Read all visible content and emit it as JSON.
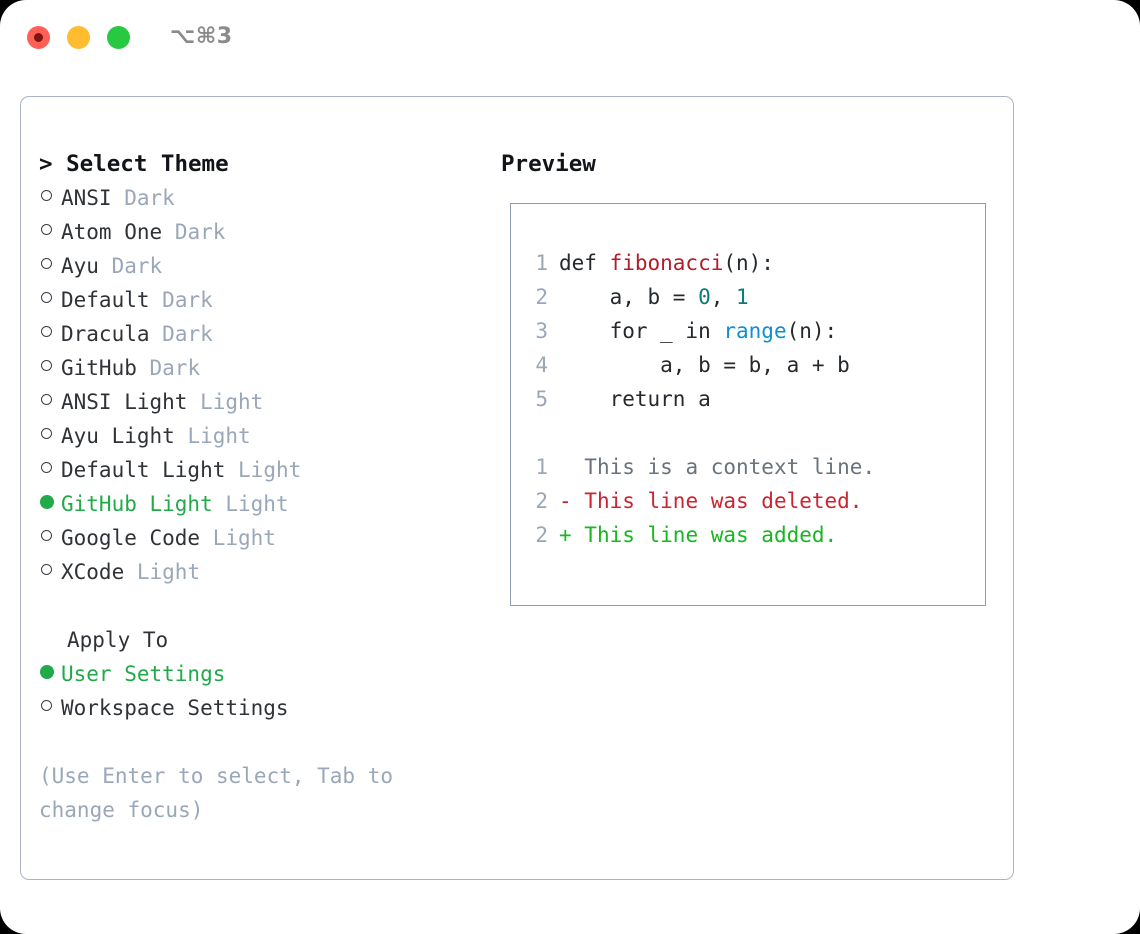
{
  "titlebar": {
    "shortcut": "⌥⌘3",
    "lights": [
      "close-red",
      "minimize-yellow",
      "zoom-green"
    ]
  },
  "left": {
    "heading": "> Select Theme",
    "themes": [
      {
        "label": "ANSI",
        "tag": "Dark",
        "selected": false
      },
      {
        "label": "Atom One",
        "tag": "Dark",
        "selected": false
      },
      {
        "label": "Ayu",
        "tag": "Dark",
        "selected": false
      },
      {
        "label": "Default",
        "tag": "Dark",
        "selected": false
      },
      {
        "label": "Dracula",
        "tag": "Dark",
        "selected": false
      },
      {
        "label": "GitHub",
        "tag": "Dark",
        "selected": false
      },
      {
        "label": "ANSI Light",
        "tag": "Light",
        "selected": false
      },
      {
        "label": "Ayu Light",
        "tag": "Light",
        "selected": false
      },
      {
        "label": "Default Light",
        "tag": "Light",
        "selected": false
      },
      {
        "label": "GitHub Light",
        "tag": "Light",
        "selected": true
      },
      {
        "label": "Google Code",
        "tag": "Light",
        "selected": false
      },
      {
        "label": "XCode",
        "tag": "Light",
        "selected": false
      }
    ],
    "apply_to_heading": "Apply To",
    "apply_to_options": [
      {
        "label": "User Settings",
        "selected": true
      },
      {
        "label": "Workspace Settings",
        "selected": false
      }
    ],
    "hint": "(Use Enter to select, Tab to change focus)"
  },
  "right": {
    "heading": "Preview",
    "code_lines": [
      {
        "num": "1",
        "tokens": [
          {
            "t": "def ",
            "k": "plain"
          },
          {
            "t": "fibonacci",
            "k": "fn"
          },
          {
            "t": "(n):",
            "k": "plain"
          }
        ]
      },
      {
        "num": "2",
        "tokens": [
          {
            "t": "    a, b = ",
            "k": "plain"
          },
          {
            "t": "0",
            "k": "num"
          },
          {
            "t": ", ",
            "k": "plain"
          },
          {
            "t": "1",
            "k": "num"
          }
        ]
      },
      {
        "num": "3",
        "tokens": [
          {
            "t": "    for _ in ",
            "k": "plain"
          },
          {
            "t": "range",
            "k": "call"
          },
          {
            "t": "(n):",
            "k": "plain"
          }
        ]
      },
      {
        "num": "4",
        "tokens": [
          {
            "t": "        a, b = b, a + b",
            "k": "plain"
          }
        ]
      },
      {
        "num": "5",
        "tokens": [
          {
            "t": "    return a",
            "k": "plain"
          }
        ]
      }
    ],
    "diff_lines": [
      {
        "num": "1",
        "marker": "  ",
        "text": "This is a context line.",
        "kind": "ctx"
      },
      {
        "num": "2",
        "marker": "- ",
        "text": "This line was deleted.",
        "kind": "del"
      },
      {
        "num": "2",
        "marker": "+ ",
        "text": "This line was added.",
        "kind": "add"
      }
    ]
  },
  "colors": {
    "accent_green": "#22a94a",
    "muted": "#9aa7b8",
    "text": "#2f3338",
    "panel_border": "#aab4c2",
    "preview_border": "#8f9cad",
    "fn": "#b31d28",
    "num": "#0b7c78",
    "call": "#0e8fd1",
    "diff_del": "#cb2431",
    "diff_add": "#16b721"
  }
}
